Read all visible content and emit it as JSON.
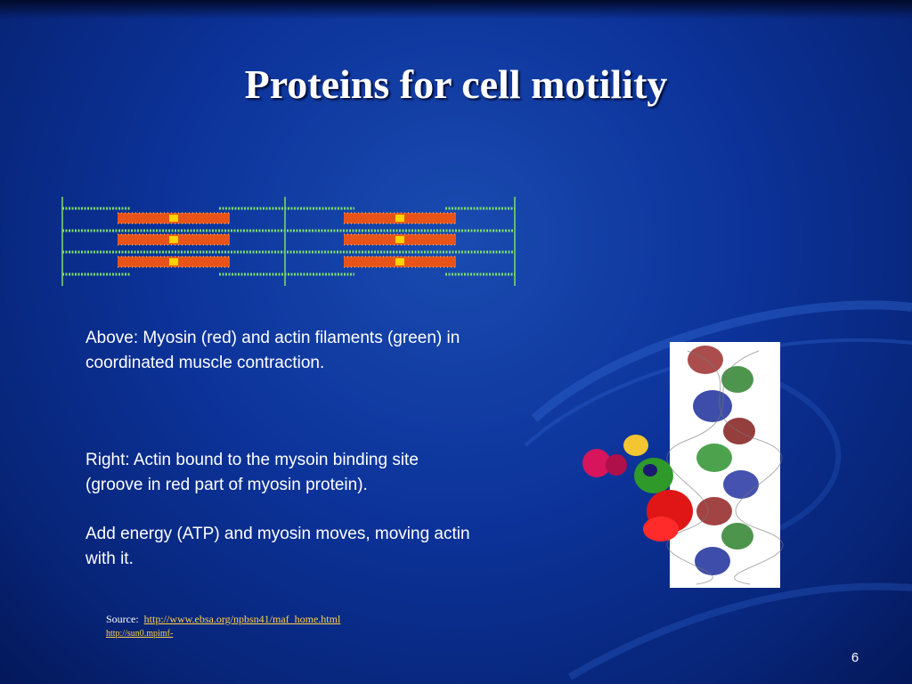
{
  "slide": {
    "title": "Proteins for cell motility",
    "paragraphs": [
      "Above: Myosin (red) and actin filaments (green) in coordinated muscle contraction.",
      "Right: Actin bound to the mysoin binding site (groove in red part of myosin protein).",
      "Add energy (ATP) and myosin moves, moving actin with it."
    ],
    "source": {
      "label": "Source:",
      "link1": "http://www.ebsa.org/npbsn41/maf_home.html",
      "link2": "http://sun0.mpimf-"
    },
    "page_number": "6"
  },
  "colors": {
    "background": "#0c339a",
    "title": "#ffffff",
    "link": "#ffd24a",
    "actin": "#7ddf6a",
    "myosin": "#e8531a"
  }
}
